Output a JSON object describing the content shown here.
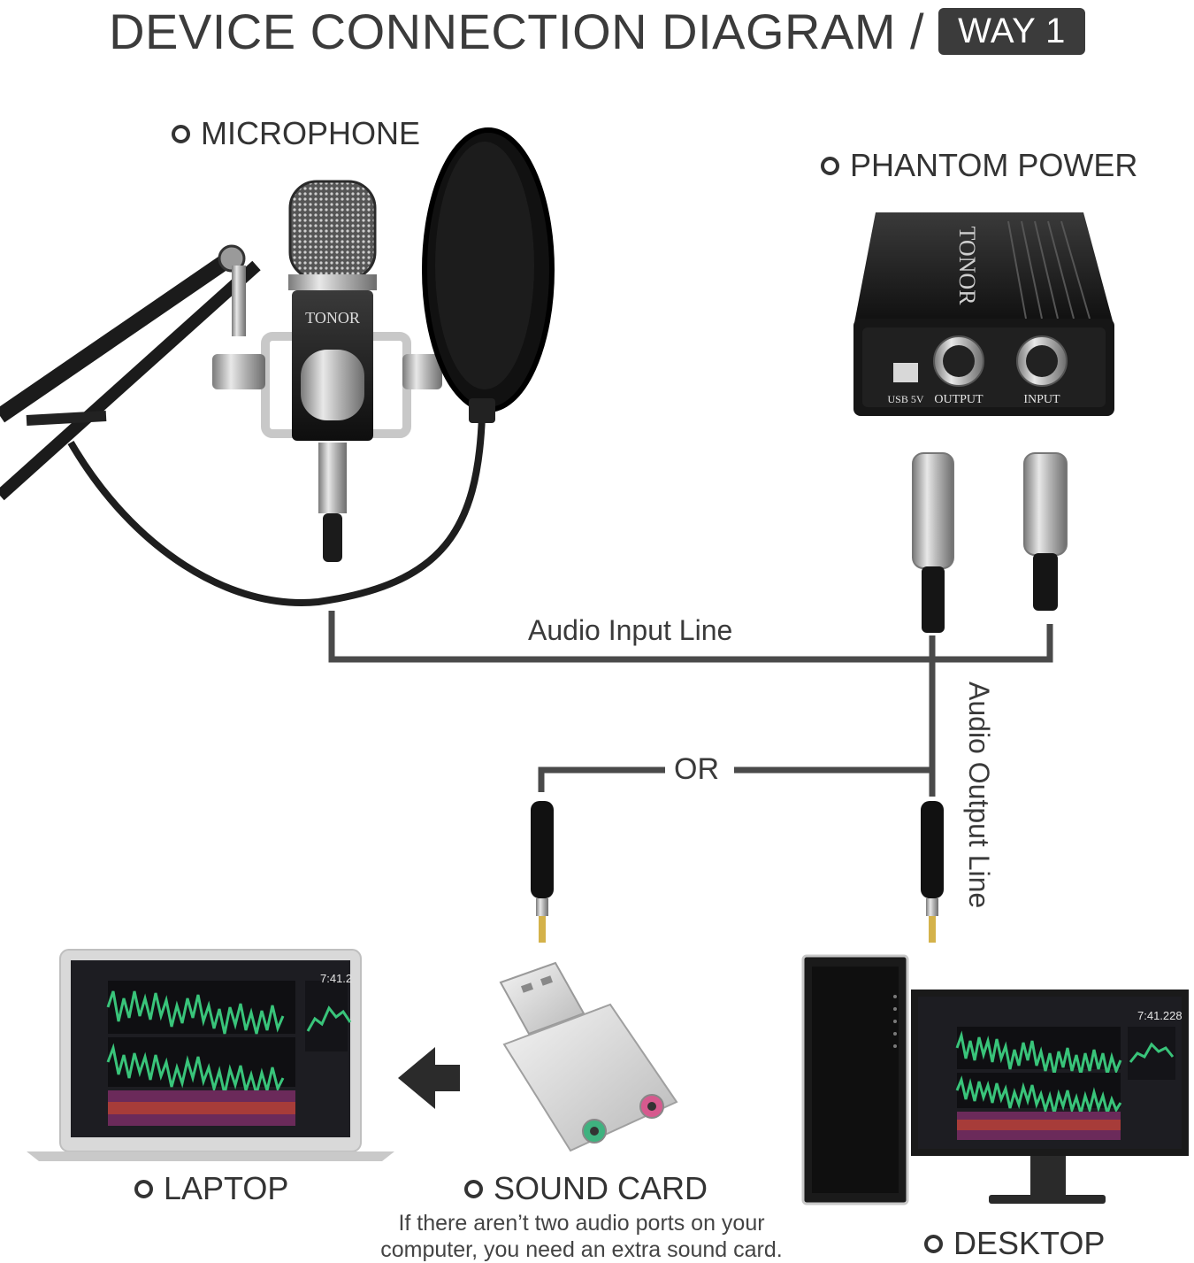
{
  "header": {
    "title": "DEVICE CONNECTION DIAGRAM /",
    "badge": "WAY 1"
  },
  "devices": {
    "microphone": "MICROPHONE",
    "phantom_power": "PHANTOM POWER",
    "laptop": "LAPTOP",
    "sound_card": "SOUND CARD",
    "desktop": "DESKTOP"
  },
  "lines": {
    "audio_input": "Audio Input Line",
    "audio_output": "Audio Output Line",
    "or": "OR"
  },
  "phantom_labels": {
    "usb": "USB 5V",
    "output": "OUTPUT",
    "input": "INPUT",
    "brand": "TONOR"
  },
  "mic_brand": "TONOR",
  "screen_time": {
    "laptop": "7:41.2",
    "desktop": "7:41.228"
  },
  "sound_card_note": {
    "line1": "If there aren’t two audio ports on your",
    "line2": "computer, you need an extra sound card."
  },
  "colors": {
    "text": "#3b3b3b",
    "cable": "#4a4a4a",
    "wave": "#39c47a",
    "port_green": "#3fb27f",
    "port_pink": "#d65a8e"
  }
}
